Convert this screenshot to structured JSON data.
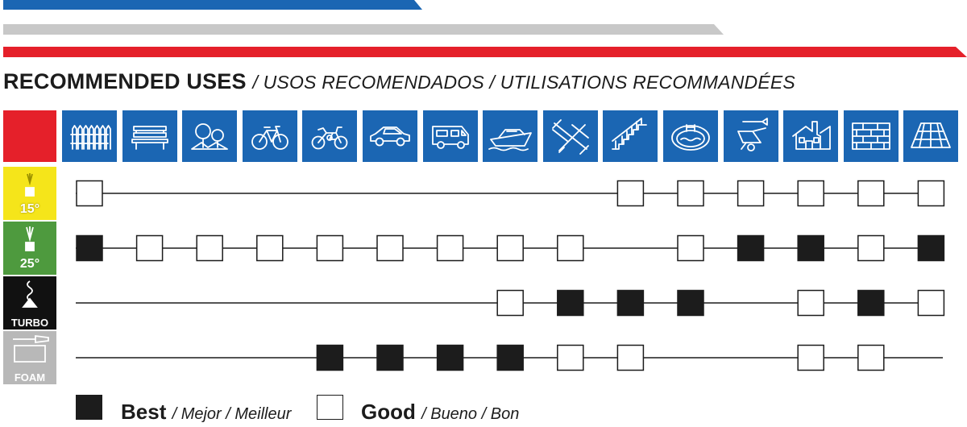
{
  "colors": {
    "blue": "#1b66b3",
    "gray": "#c8c8c8",
    "red": "#e5202a",
    "yellow": "#f5e51a",
    "green": "#4e9a3e",
    "black": "#111111",
    "lightgray": "#b8b8b8"
  },
  "title": {
    "main": "RECOMMENDED USES",
    "sub": "/ USOS RECOMENDADOS / UTILISATIONS RECOMMANDÉES"
  },
  "uses": [
    {
      "icon": "fence-icon"
    },
    {
      "icon": "bench-icon"
    },
    {
      "icon": "trees-icon"
    },
    {
      "icon": "bicycle-icon"
    },
    {
      "icon": "motorcycle-icon"
    },
    {
      "icon": "car-icon"
    },
    {
      "icon": "rv-icon"
    },
    {
      "icon": "boat-icon"
    },
    {
      "icon": "deck-icon"
    },
    {
      "icon": "stairs-icon"
    },
    {
      "icon": "pool-icon"
    },
    {
      "icon": "garden-tools-icon"
    },
    {
      "icon": "house-icon"
    },
    {
      "icon": "brick-wall-icon"
    },
    {
      "icon": "roof-icon"
    }
  ],
  "nozzles": [
    {
      "label": "15°",
      "color": "#f5e51a",
      "icon": "nozzle-15-icon",
      "ratings": [
        "good",
        "",
        "",
        "",
        "",
        "",
        "",
        "",
        "",
        "good",
        "good",
        "good",
        "good",
        "good",
        "good"
      ]
    },
    {
      "label": "25°",
      "color": "#4e9a3e",
      "icon": "nozzle-25-icon",
      "ratings": [
        "best",
        "good",
        "good",
        "good",
        "good",
        "good",
        "good",
        "good",
        "good",
        "",
        "good",
        "best",
        "best",
        "good",
        "best"
      ]
    },
    {
      "label": "TURBO",
      "color": "#111111",
      "icon": "turbo-nozzle-icon",
      "ratings": [
        "",
        "",
        "",
        "",
        "",
        "",
        "",
        "good",
        "best",
        "best",
        "best",
        "",
        "good",
        "best",
        "good"
      ]
    },
    {
      "label": "FOAM",
      "color": "#b8b8b8",
      "icon": "foam-nozzle-icon",
      "ratings": [
        "",
        "",
        "",
        "",
        "best",
        "best",
        "best",
        "best",
        "good",
        "good",
        "",
        "",
        "good",
        "good",
        ""
      ]
    }
  ],
  "legend": {
    "best_main": "Best",
    "best_sub": "/ Mejor / Meilleur",
    "good_main": "Good",
    "good_sub": "/ Bueno / Bon"
  }
}
